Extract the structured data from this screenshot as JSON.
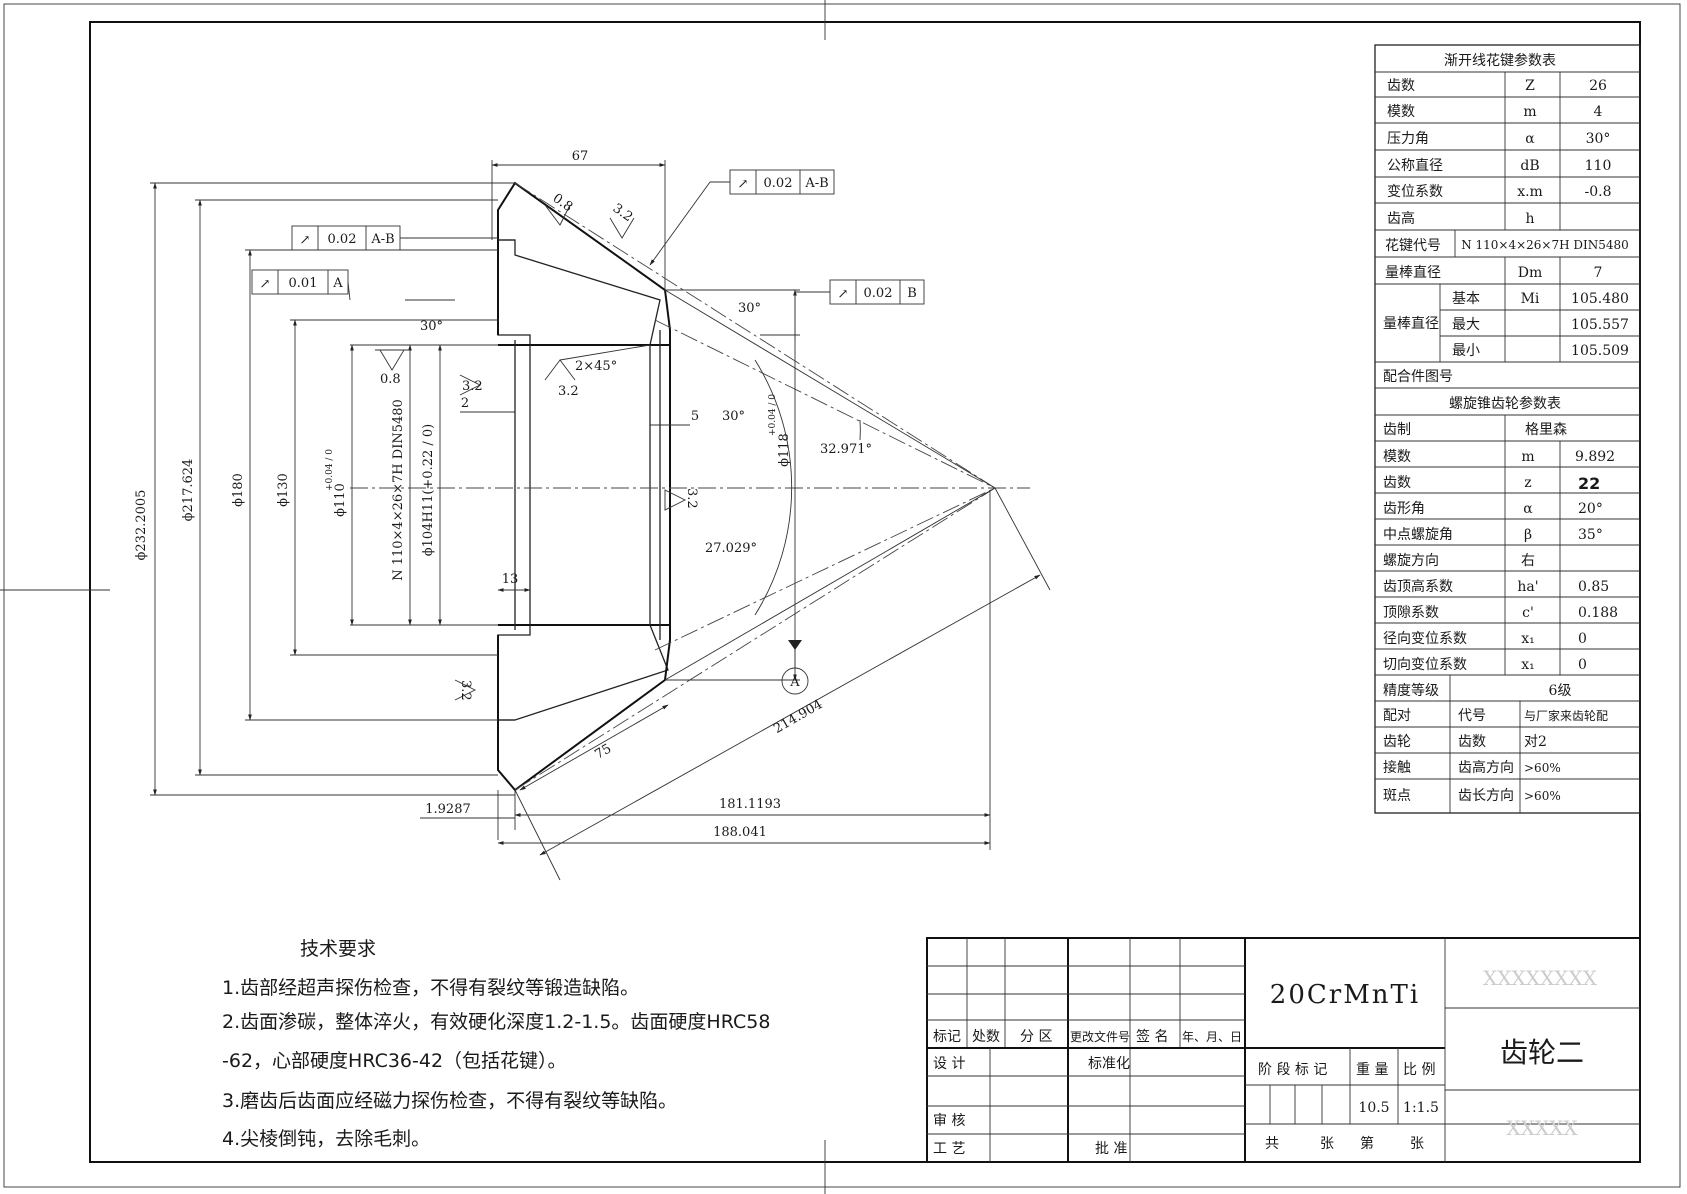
{
  "spline_table": {
    "title": "渐开线花键参数表",
    "rows": [
      {
        "label": "齿数",
        "symbol": "Z",
        "value": "26"
      },
      {
        "label": "模数",
        "symbol": "m",
        "value": "4"
      },
      {
        "label": "压力角",
        "symbol": "α",
        "value": "30°"
      },
      {
        "label": "公称直径",
        "symbol": "dB",
        "value": "110"
      },
      {
        "label": "变位系数",
        "symbol": "x.m",
        "value": "-0.8"
      },
      {
        "label": "齿高",
        "symbol": "h",
        "value": ""
      }
    ],
    "code_label": "花键代号",
    "code_value": "N 110×4×26×7H DIN5480",
    "pin_dia_label": "量棒直径",
    "pin_dia_symbol": "Dm",
    "pin_dia_value": "7",
    "over_pins_label": "量棒直径",
    "over_pins": [
      {
        "label": "基本",
        "symbol": "Mi",
        "value": "105.480"
      },
      {
        "label": "最大",
        "symbol": "",
        "value": "105.557"
      },
      {
        "label": "最小",
        "symbol": "",
        "value": "105.509"
      }
    ],
    "mating_label": "配合件图号"
  },
  "gear_table": {
    "title": "螺旋锥齿轮参数表",
    "system_label": "齿制",
    "system_value": "格里森",
    "rows": [
      {
        "label": "模数",
        "symbol": "m",
        "value": "9.892"
      },
      {
        "label": "齿数",
        "symbol": "z",
        "value": "22"
      },
      {
        "label": "齿形角",
        "symbol": "α",
        "value": "20°"
      },
      {
        "label": "中点螺旋角",
        "symbol": "β",
        "value": "35°"
      },
      {
        "label": "螺旋方向",
        "symbol": "右",
        "value": ""
      },
      {
        "label": "齿顶高系数",
        "symbol": "ha'",
        "value": "0.85"
      },
      {
        "label": "顶隙系数",
        "symbol": "c'",
        "value": "0.188"
      },
      {
        "label": "径向变位系数",
        "symbol": "x₁",
        "value": "0"
      },
      {
        "label": "切向变位系数",
        "symbol": "x₁",
        "value": "0"
      }
    ],
    "accuracy_label": "精度等级",
    "accuracy_value": "6级",
    "mate": [
      {
        "c1": "配对",
        "c2": "代号",
        "c3": "与厂家来齿轮配"
      },
      {
        "c1": "齿轮",
        "c2": "齿数",
        "c3": "对2"
      },
      {
        "c1": "接触",
        "c2": "齿高方向",
        "c3": ">60%"
      },
      {
        "c1": "斑点",
        "c2": "齿长方向",
        "c3": ">60%"
      }
    ]
  },
  "requirements": {
    "title": "技术要求",
    "items": [
      "1.齿部经超声探伤检查，不得有裂纹等锻造缺陷。",
      "2.齿面渗碳，整体淬火，有效硬化深度1.2-1.5。齿面硬度HRC58",
      "-62，心部硬度HRC36-42（包括花键）。",
      "3.磨齿后齿面应经磁力探伤检查，不得有裂纹等缺陷。",
      "4.尖棱倒钝，去除毛刺。"
    ]
  },
  "title_block": {
    "material": "20CrMnTi",
    "part_name": "齿轮二",
    "faded_top": "XXXXXXXX",
    "faded_bottom": "XXXXX",
    "labels": {
      "mark": "标记",
      "count": "处数",
      "zone": "分 区",
      "doc": "更改文件号",
      "sign": "签 名",
      "date": "年、月、日",
      "design": "设 计",
      "standard": "标准化",
      "review": "审 核",
      "process": "工 艺",
      "approve": "批 准",
      "stage": "阶 段 标 记",
      "weight": "重 量",
      "scale": "比 例",
      "total": "共",
      "sheets": "张",
      "no": "第",
      "sheet": "张"
    },
    "weight_value": "10.5",
    "scale_value": "1:1.5"
  },
  "dimensions": {
    "d232": "ϕ232.2005",
    "d217": "ϕ217.624",
    "d180": "ϕ180",
    "d130": "ϕ130",
    "d110": "ϕ110",
    "d110_tol": "+0.04 / 0",
    "spline": "N 110×4×26×7H DIN5480",
    "d104": "ϕ104H11(+0.22 / 0)",
    "d118": "ϕ118",
    "d118_tol": "+0.04 / 0",
    "len67": "67",
    "len13": "13",
    "len5": "5",
    "len2": "2",
    "len75": "75",
    "len214": "214.904",
    "len181": "181.1193",
    "len188": "188.041",
    "len19287": "1.9287",
    "angle30a": "30°",
    "angle30b": "30°",
    "angle30c": "30°",
    "angle32": "32.971°",
    "angle27": "27.029°",
    "chamfer": "2×45°",
    "r08a": "0.8",
    "r08b": "0.8",
    "r32a": "3.2",
    "r32b": "3.2",
    "r32c": "3.2",
    "r32d": "3.2",
    "r32e": "3.2",
    "datum_a": "A"
  },
  "fcf": [
    {
      "sym": "↗",
      "tol": "0.02",
      "ref": "A-B"
    },
    {
      "sym": "↗",
      "tol": "0.01",
      "ref": "A"
    },
    {
      "sym": "↗",
      "tol": "0.02",
      "ref": "A-B"
    },
    {
      "sym": "↗",
      "tol": "0.02",
      "ref": "B"
    }
  ]
}
